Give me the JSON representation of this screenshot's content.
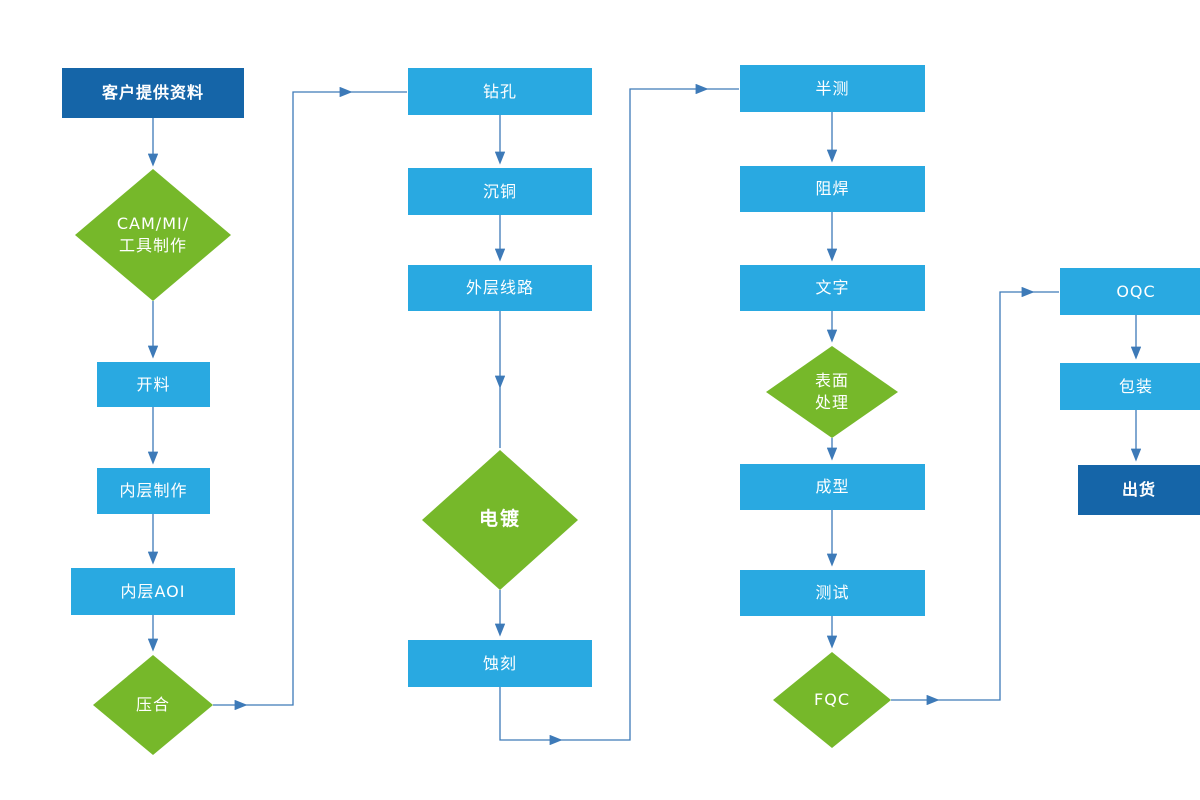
{
  "diagram": {
    "colors": {
      "dark_blue": "#1565a8",
      "light_blue": "#29a9e1",
      "green": "#76b82a",
      "connector": "#3d7ab8",
      "background": "#ffffff",
      "node_text": "#ffffff"
    },
    "nodes": {
      "customer": {
        "label": "客户提供资料"
      },
      "cam_mi": {
        "line1": "CAM/MI/",
        "line2": "工具制作"
      },
      "kailiao": {
        "label": "开料"
      },
      "neiceng_zhizuo": {
        "label": "内层制作"
      },
      "neiceng_aoi": {
        "label": "内层AOI"
      },
      "yahe": {
        "label": "压合"
      },
      "zuankong": {
        "label": "钻孔"
      },
      "chentong": {
        "label": "沉铜"
      },
      "waiceng_xianlu": {
        "label": "外层线路"
      },
      "diandu": {
        "label": "电镀"
      },
      "shike": {
        "label": "蚀刻"
      },
      "bance": {
        "label": "半测"
      },
      "zuhan": {
        "label": "阻焊"
      },
      "wenzi": {
        "label": "文字"
      },
      "biaomian_chuli": {
        "line1": "表面",
        "line2": "处理"
      },
      "chengxing": {
        "label": "成型"
      },
      "ceshi": {
        "label": "测试"
      },
      "fqc": {
        "label": "FQC"
      },
      "oqc": {
        "label": "OQC"
      },
      "baozhuang": {
        "label": "包装"
      },
      "chuhuo": {
        "label": "出货"
      }
    }
  }
}
